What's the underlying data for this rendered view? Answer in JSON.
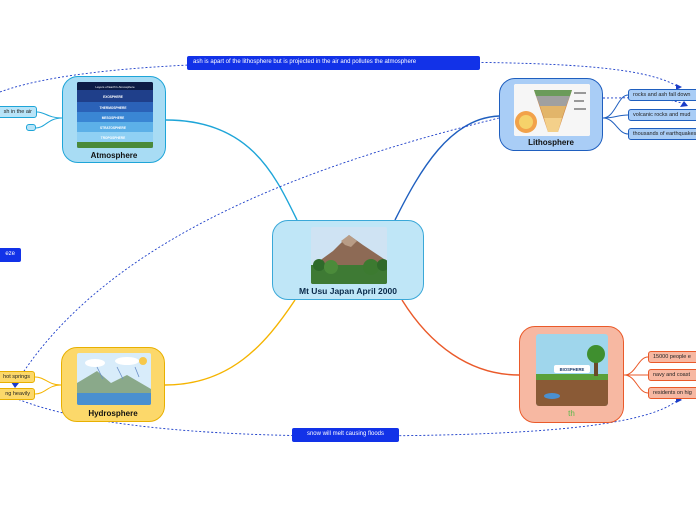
{
  "center": {
    "title": "Mt Usu Japan April 2000"
  },
  "atmosphere": {
    "title": "Atmosphere",
    "diagram_title": "Layers of Earth's Atmosphere",
    "layers": [
      "EXOSPHERE",
      "THERMOSPHERE",
      "MESOSPHERE",
      "STRATOSPHERE",
      "TROPOSPHERE"
    ],
    "leaves": [
      "sh in the air",
      ""
    ]
  },
  "lithosphere": {
    "title": "Lithosphere",
    "leaves": [
      "rocks and ash fall down",
      "volcanic rocks and mud",
      "thousands of earthquakes"
    ]
  },
  "hydrosphere": {
    "title": "Hydrosphere",
    "leaves": [
      "hot springs",
      "ng heavily"
    ]
  },
  "biosphere": {
    "title": "th",
    "diagram_label": "BIOSPHERE",
    "leaves": [
      "15000 people e",
      "navy and coast",
      "residents on hig"
    ]
  },
  "notes": {
    "top": "ash is apart of the lithosphere but is projected in the air and pollutes the atmosphere",
    "bottom": "snow will melt causing floods",
    "left": "eze"
  },
  "colors": {
    "atmosphere_line": "#1ea5d8",
    "lithosphere_line": "#1f5fbf",
    "hydrosphere_line": "#f5b400",
    "biosphere_line": "#ea5a2a",
    "note_bg": "#1232e8",
    "dotted": "#1a3cc8"
  }
}
